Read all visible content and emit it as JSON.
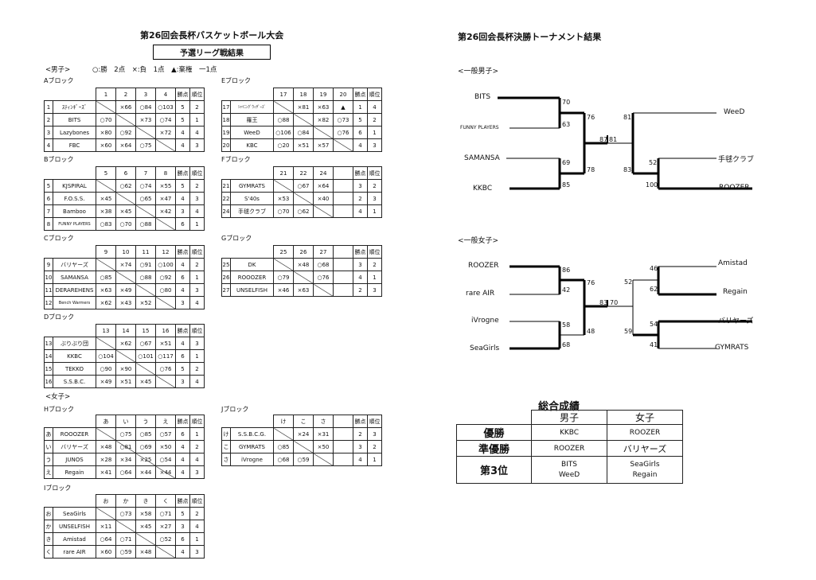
{
  "left_title": "第26回会長杯バスケットボール大会",
  "left_subtitle": "予選リーグ戦結果",
  "men_label": "<男子>",
  "legend": "○:勝　2点　×:負　1点　▲:棄権　一1点",
  "women_label": "<女子>",
  "blocks": {
    "A": {
      "label": "Aブロック",
      "cols": [
        "1",
        "2",
        "3",
        "4",
        "勝点",
        "順位"
      ],
      "rows": [
        [
          "1",
          "ｽﾃｨﾝｷﾞｰｽﾞ",
          "",
          "×66",
          "○84",
          "○103",
          "5",
          "2"
        ],
        [
          "2",
          "BITS",
          "○70",
          "",
          "×73",
          "○74",
          "5",
          "1"
        ],
        [
          "3",
          "Lazybones",
          "×80",
          "○92",
          "",
          "×72",
          "4",
          "4"
        ],
        [
          "4",
          "FBC",
          "×60",
          "×64",
          "○75",
          "",
          "4",
          "3"
        ]
      ]
    },
    "E": {
      "label": "Eブロック",
      "cols": [
        "17",
        "18",
        "19",
        "20",
        "勝点",
        "順位"
      ],
      "rows": [
        [
          "17",
          "ｼｬｲﾆﾝｸﾞｳｨｻﾞｰｽﾞ",
          "",
          "×81",
          "×63",
          "▲",
          "1",
          "4"
        ],
        [
          "18",
          "羅王",
          "○88",
          "",
          "×82",
          "○73",
          "5",
          "2"
        ],
        [
          "19",
          "WeeD",
          "○106",
          "○84",
          "",
          "○76",
          "6",
          "1"
        ],
        [
          "20",
          "KBC",
          "○20",
          "×51",
          "×57",
          "",
          "4",
          "3"
        ]
      ]
    },
    "B": {
      "label": "Bブロック",
      "cols": [
        "5",
        "6",
        "7",
        "8",
        "勝点",
        "順位"
      ],
      "rows": [
        [
          "5",
          "KJSPIRAL",
          "",
          "○62",
          "○74",
          "×55",
          "5",
          "2"
        ],
        [
          "6",
          "F.O.S.S.",
          "×45",
          "",
          "○65",
          "×47",
          "4",
          "3"
        ],
        [
          "7",
          "Bamboo",
          "×38",
          "×45",
          "",
          "×42",
          "3",
          "4"
        ],
        [
          "8",
          "FUNNY PLAYERS",
          "○83",
          "○70",
          "○88",
          "",
          "6",
          "1"
        ]
      ]
    },
    "F": {
      "label": "Fブロック",
      "cols": [
        "21",
        "22",
        "24",
        "",
        "勝点",
        "順位"
      ],
      "rows": [
        [
          "21",
          "GYMRATS",
          "",
          "○67",
          "×64",
          "",
          "3",
          "2"
        ],
        [
          "22",
          "S'40s",
          "×53",
          "",
          "×40",
          "",
          "2",
          "3"
        ],
        [
          "24",
          "手毬クラブ",
          "○70",
          "○62",
          "",
          "",
          "4",
          "1"
        ]
      ]
    },
    "C": {
      "label": "Cブロック",
      "cols": [
        "9",
        "10",
        "11",
        "12",
        "勝点",
        "順位"
      ],
      "rows": [
        [
          "9",
          "バリヤーズ",
          "",
          "×74",
          "○91",
          "○100",
          "4",
          "2"
        ],
        [
          "10",
          "SAMANSA",
          "○85",
          "",
          "○88",
          "○92",
          "6",
          "1"
        ],
        [
          "11",
          "DERAREHENS",
          "×63",
          "×49",
          "",
          "○80",
          "4",
          "3"
        ],
        [
          "12",
          "Bench Warmers",
          "×62",
          "×43",
          "×52",
          "",
          "3",
          "4"
        ]
      ]
    },
    "G": {
      "label": "Gブロック",
      "cols": [
        "25",
        "26",
        "27",
        "",
        "勝点",
        "順位"
      ],
      "rows": [
        [
          "25",
          "DK",
          "",
          "×48",
          "○68",
          "",
          "3",
          "2"
        ],
        [
          "26",
          "ROOOZER",
          "○79",
          "",
          "○76",
          "",
          "4",
          "1"
        ],
        [
          "27",
          "UNSELFISH",
          "×46",
          "×63",
          "",
          "",
          "2",
          "3"
        ]
      ]
    },
    "D": {
      "label": "Dブロック",
      "cols": [
        "13",
        "14",
        "15",
        "16",
        "勝点",
        "順位"
      ],
      "rows": [
        [
          "13",
          "ぶりぶり団",
          "",
          "×62",
          "○67",
          "×51",
          "4",
          "3"
        ],
        [
          "14",
          "KKBC",
          "○104",
          "",
          "○101",
          "○117",
          "6",
          "1"
        ],
        [
          "15",
          "TEKKO",
          "○90",
          "×90",
          "",
          "○76",
          "5",
          "2"
        ],
        [
          "16",
          "S.S.B.C.",
          "×49",
          "×51",
          "×45",
          "",
          "3",
          "4"
        ]
      ]
    },
    "H": {
      "label": "Hブロック",
      "cols": [
        "あ",
        "い",
        "う",
        "え",
        "勝点",
        "順位"
      ],
      "rows": [
        [
          "あ",
          "ROOOZER",
          "",
          "○75",
          "○85",
          "○57",
          "6",
          "1"
        ],
        [
          "い",
          "バリヤーズ",
          "×48",
          "○81",
          "○69",
          "×50",
          "4",
          "2"
        ],
        [
          "う",
          "JUNOS",
          "×28",
          "×34",
          "×25",
          "○54",
          "4",
          "4"
        ],
        [
          "え",
          "Regain",
          "×41",
          "○64",
          "×44",
          "×44",
          "4",
          "3"
        ]
      ]
    },
    "J": {
      "label": "Jブロック",
      "cols": [
        "け",
        "こ",
        "さ",
        "",
        "勝点",
        "順位"
      ],
      "rows": [
        [
          "け",
          "S.S.B.C.G.",
          "",
          "×24",
          "×31",
          "",
          "2",
          "3"
        ],
        [
          "こ",
          "GYMRATS",
          "○85",
          "",
          "×50",
          "",
          "3",
          "2"
        ],
        [
          "さ",
          "iVrogne",
          "○68",
          "○59",
          "",
          "",
          "4",
          "1"
        ]
      ]
    },
    "I": {
      "label": "Iブロック",
      "cols": [
        "お",
        "か",
        "き",
        "く",
        "勝点",
        "順位"
      ],
      "rows": [
        [
          "お",
          "SeaGirls",
          "",
          "○73",
          "×58",
          "○71",
          "5",
          "2"
        ],
        [
          "か",
          "UNSELFISH",
          "×11",
          "",
          "×45",
          "×27",
          "3",
          "4"
        ],
        [
          "き",
          "Amistad",
          "○64",
          "○71",
          "",
          "○52",
          "6",
          "1"
        ],
        [
          "く",
          "rare AIR",
          "×60",
          "○59",
          "×48",
          "",
          "4",
          "3"
        ]
      ]
    }
  },
  "right_title": "第26回会長杯決勝トーナメント結果",
  "bracket_men": {
    "label": "<一般男子>",
    "teams_left": [
      "BITS",
      "FUNNY PLAYERS",
      "SAMANSA",
      "KKBC"
    ],
    "teams_right": [
      "WeeD",
      "手毬クラブ",
      "ROOZER"
    ],
    "scores": {
      "bits": "70",
      "funny": "63",
      "samansa": "69",
      "kkbc": "85",
      "semi_l_top": "76",
      "semi_l_bot": "78",
      "final_l": "87",
      "final_r": "81",
      "semi_r_top": "81",
      "semi_r_bot": "83",
      "temari": "52",
      "roozer": "100"
    }
  },
  "bracket_women": {
    "label": "<一般女子>",
    "teams_left": [
      "ROOZER",
      "rare AIR",
      "iVrogne",
      "SeaGirls"
    ],
    "teams_right": [
      "Amistad",
      "Regain",
      "バリヤーズ",
      "GYMRATS"
    ],
    "scores": {
      "roozer": "86",
      "rare": "42",
      "ivrogne": "58",
      "seagirls": "68",
      "semi_l_top": "76",
      "semi_l_bot": "48",
      "final_l": "83",
      "final_r": "70",
      "semi_r_top": "52",
      "semi_r_bot": "59",
      "amistad": "46",
      "regain": "62",
      "bariyaz": "54",
      "gymrats": "41"
    }
  },
  "summary": {
    "title": "総合成績",
    "col_men": "男子",
    "col_women": "女子",
    "rows": [
      {
        "label": "優勝",
        "men": [
          "KKBC"
        ],
        "women": [
          "ROOZER"
        ]
      },
      {
        "label": "準優勝",
        "men": [
          "ROOZER"
        ],
        "women": [
          "バリヤーズ"
        ]
      },
      {
        "label": "第3位",
        "men": [
          "BITS",
          "WeeD"
        ],
        "women": [
          "SeaGirls",
          "Regain"
        ]
      }
    ]
  }
}
